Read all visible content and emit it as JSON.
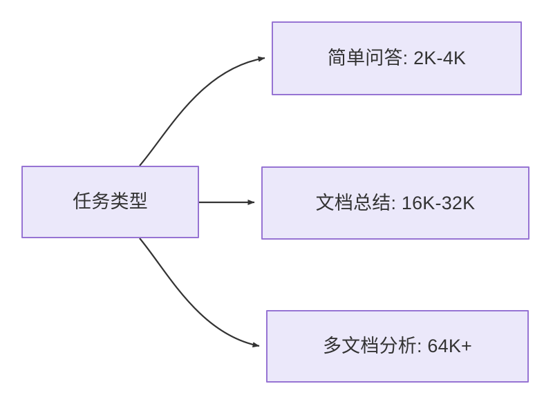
{
  "diagram": {
    "type": "flowchart",
    "direction": "left-to-right",
    "background_color": "#ffffff",
    "node_fill_color": "#ebe8fa",
    "node_border_color": "#9673d3",
    "node_text_color": "#333333",
    "edge_color": "#333333",
    "root": {
      "id": "root",
      "label": "任务类型"
    },
    "branches": [
      {
        "id": "simple-qa",
        "label": "简单问答: 2K-4K",
        "task": "简单问答",
        "context_length": "2K-4K"
      },
      {
        "id": "doc-summary",
        "label": "文档总结: 16K-32K",
        "task": "文档总结",
        "context_length": "16K-32K"
      },
      {
        "id": "multi-doc",
        "label": "多文档分析: 64K+",
        "task": "多文档分析",
        "context_length": "64K+"
      }
    ],
    "edges": [
      {
        "from": "root",
        "to": "simple-qa",
        "style": "curved",
        "label": ""
      },
      {
        "from": "root",
        "to": "doc-summary",
        "style": "straight",
        "label": ""
      },
      {
        "from": "root",
        "to": "multi-doc",
        "style": "curved",
        "label": ""
      }
    ]
  }
}
